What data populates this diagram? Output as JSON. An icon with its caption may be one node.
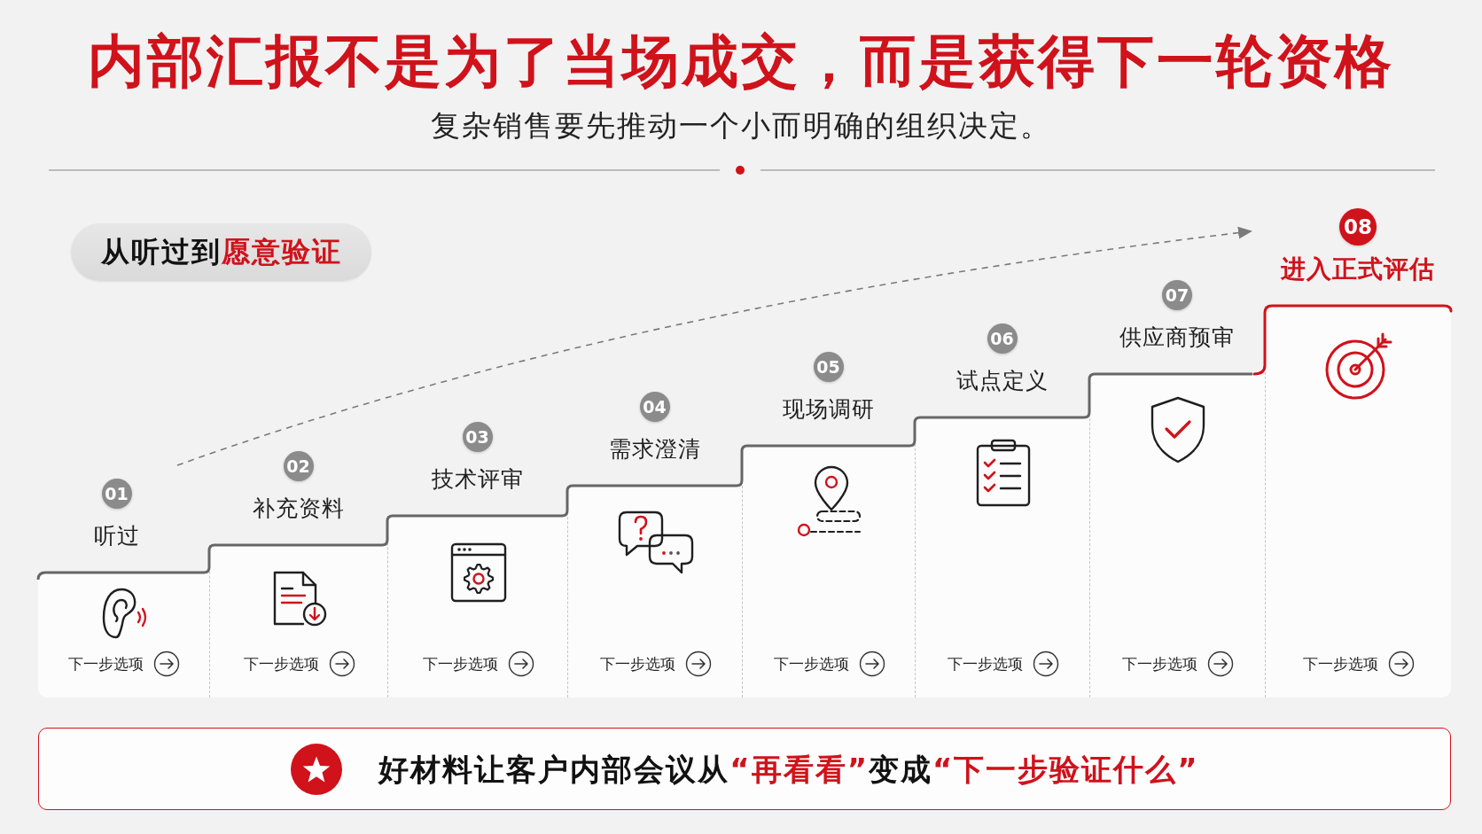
{
  "diagram": {
    "title": "内部汇报不是为了当场成交，而是获得下一轮资格",
    "nodes": [
      {
        "text": [
          "从听过到**愿意验证**"
        ]
      },
      {
        "text": [
          "01",
          "听过",
          "下一步选项"
        ]
      },
      {
        "text": [
          "02",
          "补充资料",
          "下一步选项"
        ]
      },
      {
        "text": [
          "03",
          "技术评审",
          "下一步选项"
        ]
      },
      {
        "text": [
          "04",
          "需求澄清",
          "下一步选项"
        ]
      },
      {
        "text": [
          "05",
          "现场调研",
          "下一步选项"
        ]
      },
      {
        "text": [
          "06",
          "试点定义",
          "下一步选项"
        ]
      },
      {
        "text": [
          "07",
          "供应商预审",
          "下一步选项"
        ]
      },
      {
        "text": [
          "08",
          "进入正式评估",
          "下一步选项"
        ]
      },
      {
        "text": [
          "好材料让客户内部会议从**“再看看”**变成**“下一步验证什么”**"
        ]
      }
    ],
    "labels": [
      "复杂销售要先推动一个小而明确的组织决定。"
    ]
  }
}
